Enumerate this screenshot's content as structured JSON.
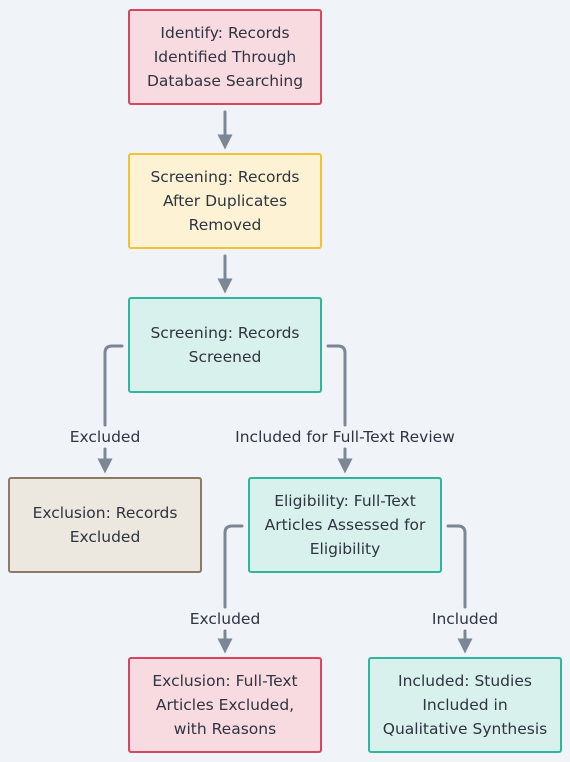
{
  "diagram": {
    "nodes": {
      "identify": "Identify: Records Identified Through Database Searching",
      "screening_duplicates": "Screening: Records After Duplicates Removed",
      "screening_screened": "Screening: Records Screened",
      "exclusion_records": "Exclusion: Records Excluded",
      "eligibility": "Eligibility: Full-Text Articles Assessed for Eligibility",
      "exclusion_fulltext": "Exclusion: Full-Text Articles Excluded, with Reasons",
      "included_studies": "Included: Studies Included in Qualitative Synthesis"
    },
    "edge_labels": {
      "screened_excluded": "Excluded",
      "screened_included": "Included for Full-Text Review",
      "eligibility_excluded": "Excluded",
      "eligibility_included": "Included"
    },
    "colors": {
      "edge": "#7b8794",
      "red_fill": "#f8dbe0",
      "red_border": "#d9455e",
      "yellow_fill": "#fdf3d4",
      "yellow_border": "#f2c234",
      "teal_fill": "#d9f1ec",
      "teal_border": "#2fb59c",
      "gray_fill": "#ece7df",
      "gray_border": "#8c7a67",
      "background": "#f0f3f8"
    }
  }
}
